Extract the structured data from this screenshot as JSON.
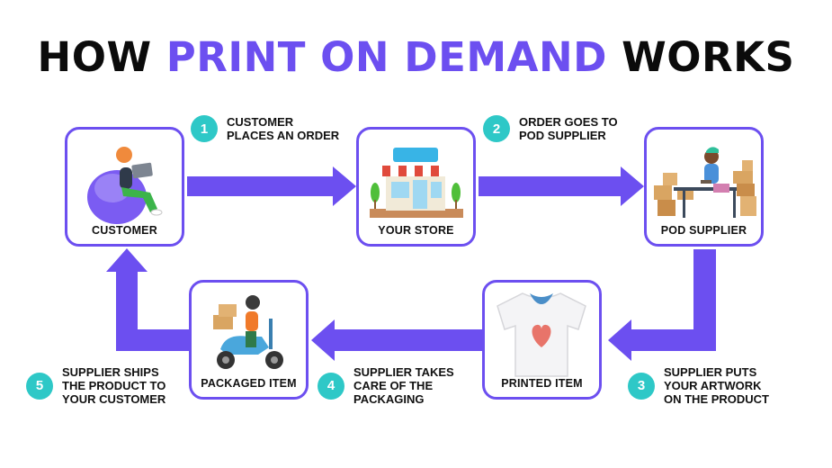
{
  "title": {
    "part1": "HOW",
    "part2": "PRINT ON DEMAND",
    "part3": "WORKS"
  },
  "colors": {
    "accent": "#6c4ff0",
    "badge": "#2ec8c7",
    "text": "#111111"
  },
  "nodes": [
    {
      "id": "customer",
      "label": "CUSTOMER",
      "icon": "customer-on-beanbag-icon"
    },
    {
      "id": "store",
      "label": "YOUR STORE",
      "icon": "store-icon"
    },
    {
      "id": "supplier",
      "label": "POD SUPPLIER",
      "icon": "supplier-with-boxes-icon"
    },
    {
      "id": "printed",
      "label": "PRINTED ITEM",
      "icon": "tshirt-heart-icon"
    },
    {
      "id": "packaged",
      "label": "PACKAGED ITEM",
      "icon": "delivery-scooter-icon"
    }
  ],
  "steps": [
    {
      "number": "1",
      "text": "CUSTOMER\nPLACES AN ORDER"
    },
    {
      "number": "2",
      "text": "ORDER GOES TO\nPOD SUPPLIER"
    },
    {
      "number": "3",
      "text": "SUPPLIER PUTS\nYOUR ARTWORK\nON THE PRODUCT"
    },
    {
      "number": "4",
      "text": "SUPPLIER TAKES\nCARE OF THE\nPACKAGING"
    },
    {
      "number": "5",
      "text": "SUPPLIER SHIPS\nTHE PRODUCT TO\nYOUR CUSTOMER"
    }
  ]
}
